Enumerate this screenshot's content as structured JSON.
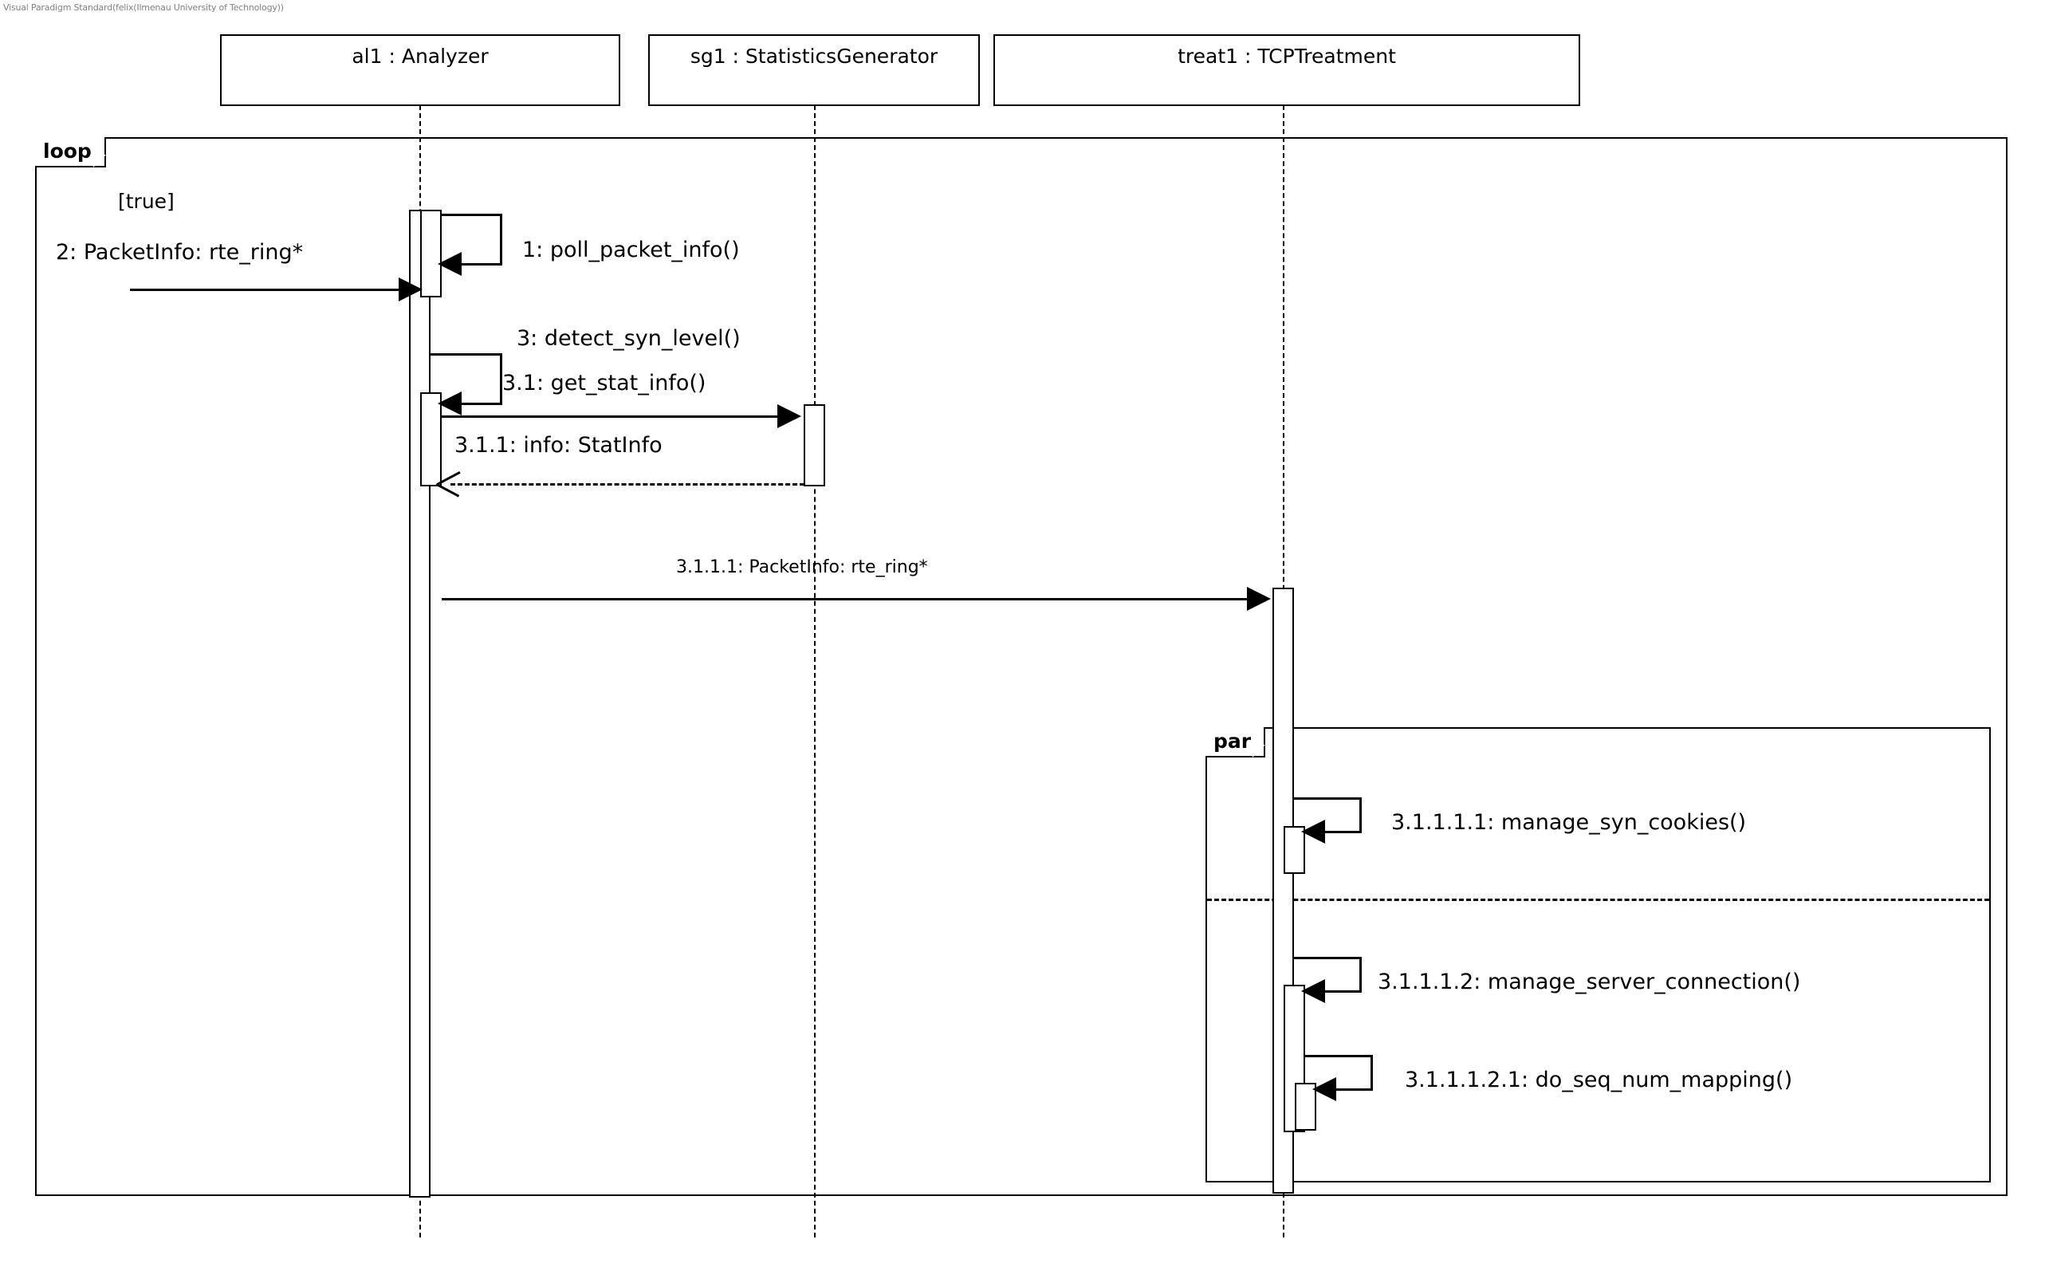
{
  "watermark": "Visual Paradigm Standard(felix(Ilmenau University of Technology))",
  "diagram": {
    "type": "uml-sequence-diagram",
    "lifelines": [
      {
        "id": "al1",
        "label": "al1 : Analyzer"
      },
      {
        "id": "sg1",
        "label": "sg1 : StatisticsGenerator"
      },
      {
        "id": "treat1",
        "label": "treat1 : TCPTreatment"
      }
    ],
    "fragments": [
      {
        "id": "loop",
        "operator": "loop",
        "guard": "[true]"
      },
      {
        "id": "par",
        "operator": "par",
        "guard": ""
      }
    ],
    "messages": [
      {
        "seq": "1",
        "label": "1: poll_packet_info()",
        "kind": "self",
        "from": "al1",
        "to": "al1"
      },
      {
        "seq": "2",
        "label": "2: PacketInfo: rte_ring*",
        "kind": "found",
        "from": "",
        "to": "al1"
      },
      {
        "seq": "3",
        "label": "3: detect_syn_level()",
        "kind": "self",
        "from": "al1",
        "to": "al1"
      },
      {
        "seq": "3.1",
        "label": "3.1: get_stat_info()",
        "kind": "call",
        "from": "al1",
        "to": "sg1"
      },
      {
        "seq": "3.1.1",
        "label": "3.1.1: info: StatInfo",
        "kind": "return",
        "from": "sg1",
        "to": "al1"
      },
      {
        "seq": "3.1.1.1",
        "label": "3.1.1.1: PacketInfo: rte_ring*",
        "kind": "call",
        "from": "al1",
        "to": "treat1"
      },
      {
        "seq": "3.1.1.1.1",
        "label": "3.1.1.1.1: manage_syn_cookies()",
        "kind": "self",
        "from": "treat1",
        "to": "treat1"
      },
      {
        "seq": "3.1.1.1.2",
        "label": "3.1.1.1.2: manage_server_connection()",
        "kind": "self",
        "from": "treat1",
        "to": "treat1"
      },
      {
        "seq": "3.1.1.1.2.1",
        "label": "3.1.1.1.2.1: do_seq_num_mapping()",
        "kind": "self",
        "from": "treat1",
        "to": "treat1"
      }
    ]
  }
}
